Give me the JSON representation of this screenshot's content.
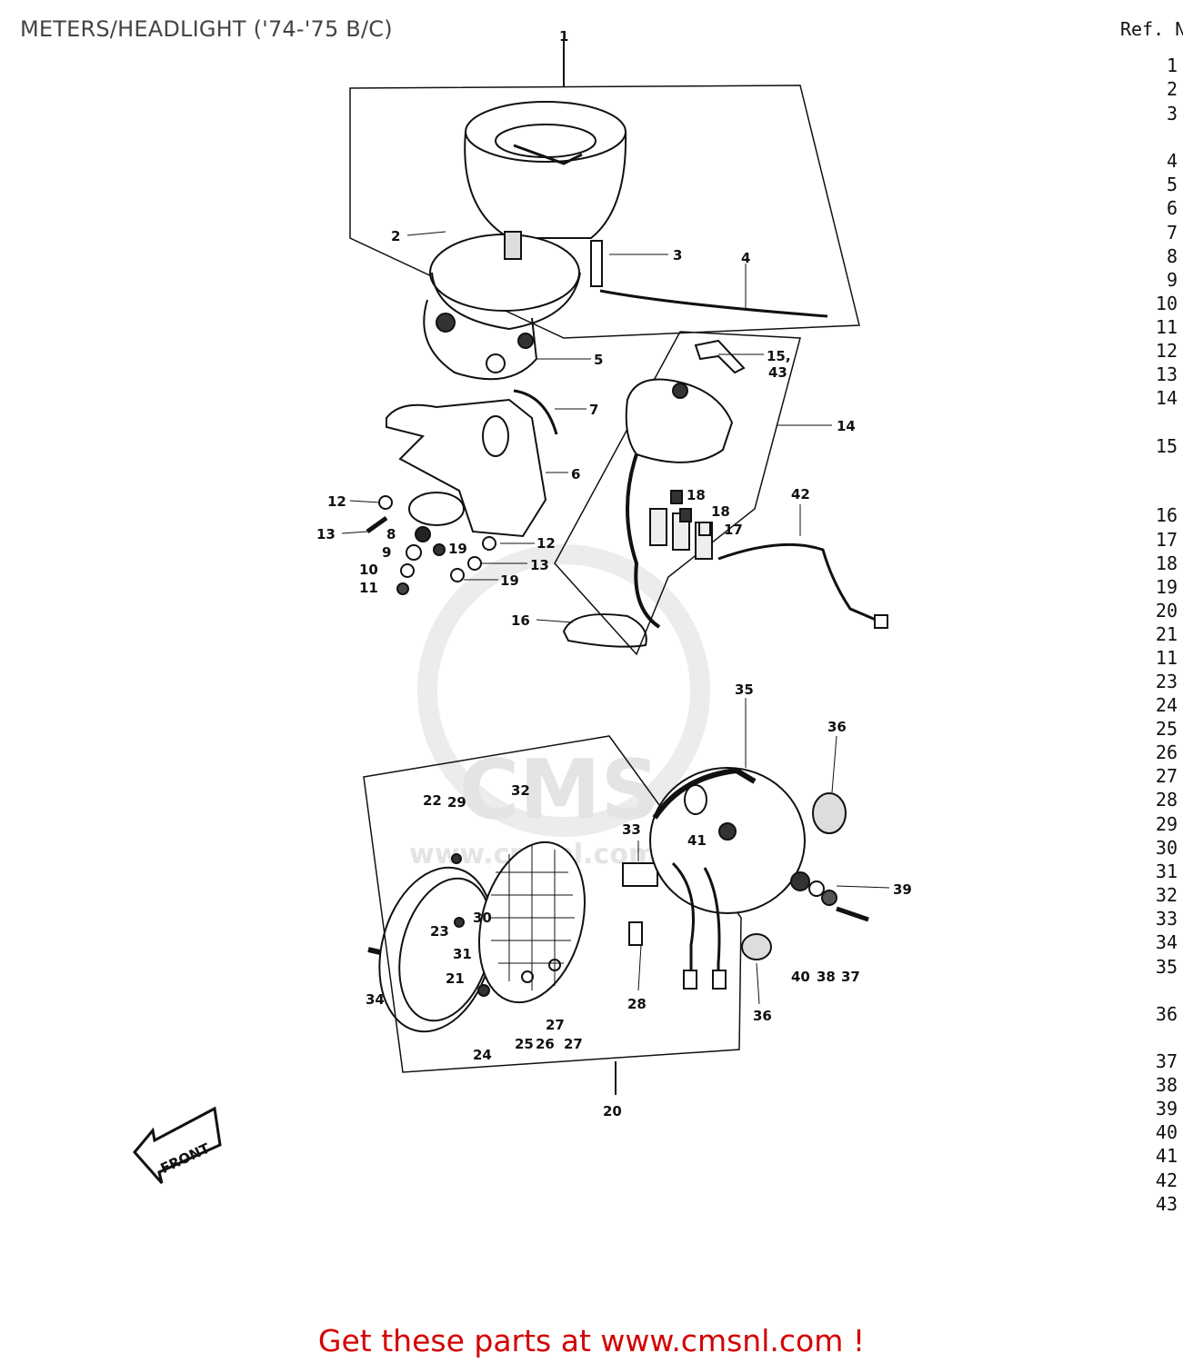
{
  "title": "METERS/HEADLIGHT ('74-'75 B/C)",
  "ref_header": "Ref. N",
  "ref_numbers": [
    "1",
    "2",
    "3",
    "4",
    "5",
    "6",
    "7",
    "8",
    "9",
    "10",
    "11",
    "12",
    "13",
    "14",
    "15",
    "16",
    "17",
    "18",
    "19",
    "20",
    "21",
    "11",
    "23",
    "24",
    "25",
    "26",
    "27",
    "28",
    "29",
    "30",
    "31",
    "32",
    "33",
    "34",
    "35",
    "36",
    "37",
    "38",
    "39",
    "40",
    "41",
    "42",
    "43"
  ],
  "callouts": {
    "c1": "1",
    "c2": "2",
    "c3": "3",
    "c4": "4",
    "c5": "5",
    "c6": "6",
    "c7": "7",
    "c8": "8",
    "c9": "9",
    "c10": "10",
    "c11": "11",
    "c12a": "12",
    "c12b": "12",
    "c13a": "13",
    "c13b": "13",
    "c14": "14",
    "c15": "15,",
    "c43a": "43",
    "c16": "16",
    "c17": "17",
    "c18a": "18",
    "c18b": "18",
    "c19a": "19",
    "c19b": "19",
    "c42": "42",
    "c20": "20",
    "c21": "21",
    "c22": "22",
    "c23": "23",
    "c24": "24",
    "c25": "25",
    "c26": "26",
    "c27a": "27",
    "c27b": "27",
    "c28": "28",
    "c29": "29",
    "c30": "30",
    "c31": "31",
    "c32": "32",
    "c33": "33",
    "c34": "34",
    "c35": "35",
    "c36a": "36",
    "c36b": "36",
    "c37": "37",
    "c38": "38",
    "c39": "39",
    "c40": "40",
    "c41": "41",
    "front": "FRONT"
  },
  "watermark": {
    "logo": "CMS",
    "url": "www.cmsnl.com"
  },
  "footer": "Get these parts at www.cmsnl.com !"
}
